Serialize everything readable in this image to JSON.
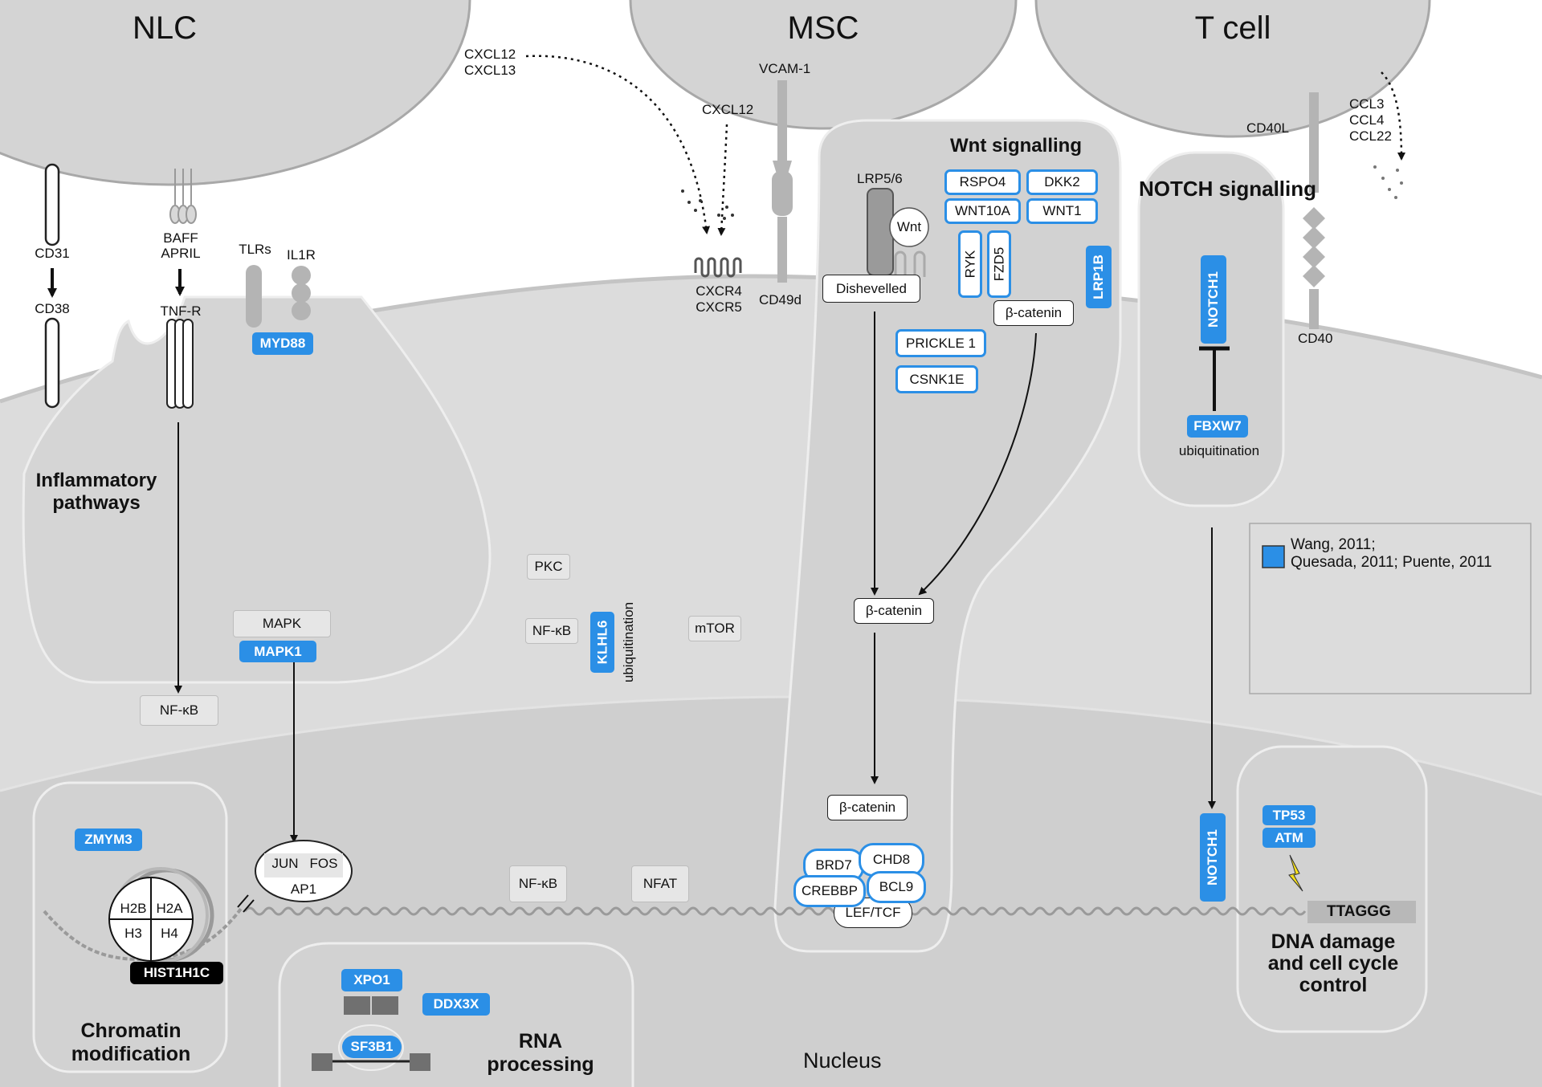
{
  "cells": {
    "nlc": "NLC",
    "msc": "MSC",
    "tcell": "T cell"
  },
  "receptors": {
    "cd31": "CD31",
    "cd38": "CD38",
    "baff": "BAFF",
    "april": "APRIL",
    "tnfr": "TNF-R",
    "tlrs": "TLRs",
    "il1r": "IL1R",
    "cxcl12_13_a": "CXCL12",
    "cxcl12_13_b": "CXCL13",
    "cxcl12": "CXCL12",
    "cxcr4": "CXCR4",
    "cxcr5": "CXCR5",
    "vcam1": "VCAM-1",
    "cd49d": "CD49d",
    "cd40l": "CD40L",
    "cd40": "CD40",
    "ccl3": "CCL3",
    "ccl4": "CCL4",
    "ccl22": "CCL22"
  },
  "inflammatory": {
    "title": "Inflammatory pathways",
    "myd88": "MYD88",
    "mapk": "MAPK",
    "mapk1": "MAPK1",
    "nfkb": "NF-κB"
  },
  "cytoplasm": {
    "pkc": "PKC",
    "nfkb": "NF-κB",
    "klhl6": "KLHL6",
    "ubiq": "ubiquitination",
    "mtor": "mTOR"
  },
  "wnt": {
    "title": "Wnt signalling",
    "lrp56": "LRP5/6",
    "wnt": "Wnt",
    "dishevelled": "Dishevelled",
    "rspo4": "RSPO4",
    "dkk2": "DKK2",
    "wnt10a": "WNT10A",
    "wnt1": "WNT1",
    "ryk": "RYK",
    "fzd5": "FZD5",
    "lrp1b": "LRP1B",
    "bcat1": "β-catenin",
    "prickle1": "PRICKLE 1",
    "csnk1e": "CSNK1E",
    "bcat2": "β-catenin",
    "bcat3": "β-catenin",
    "brd7": "BRD7",
    "chd8": "CHD8",
    "crebbp": "CREBBP",
    "bcl9": "BCL9",
    "leftcf": "LEF/TCF"
  },
  "notch": {
    "title": "NOTCH signalling",
    "notch1": "NOTCH1",
    "fbxw7": "FBXW7",
    "ubiq": "ubiquitination",
    "notch1_nuc": "NOTCH1"
  },
  "legend": {
    "line1": "Wang, 2011;",
    "line2": "Quesada, 2011; Puente, 2011",
    "color": "#2b8fe6"
  },
  "nucleus": {
    "label": "Nucleus",
    "jun": "JUN",
    "fos": "FOS",
    "ap1": "AP1",
    "nfkb": "NF-κB",
    "nfat": "NFAT",
    "ttaggg": "TTAGGG"
  },
  "chromatin": {
    "title": "Chromatin modification",
    "zmym3": "ZMYM3",
    "h2b": "H2B",
    "h2a": "H2A",
    "h3": "H3",
    "h4": "H4",
    "hist1h1c": "HIST1H1C"
  },
  "rna": {
    "title": "RNA processing",
    "xpo1": "XPO1",
    "ddx3x": "DDX3X",
    "sf3b1": "SF3B1"
  },
  "dna": {
    "title": "DNA damage and cell cycle control",
    "tp53": "TP53",
    "atm": "ATM"
  },
  "icons": [
    "lightning-icon",
    "dna-strand-icon",
    "nucleosome-icon",
    "arrow-icon",
    "inhibition-bar-icon"
  ]
}
